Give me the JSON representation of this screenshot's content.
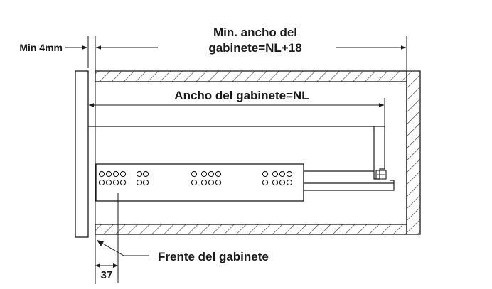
{
  "labels": {
    "min_gap": "Min 4mm",
    "min_width_line1": "Min. ancho del",
    "min_width_line2": "gabinete=NL+18",
    "cabinet_width": "Ancho del gabinete=NL",
    "cabinet_front": "Frente del gabinete",
    "offset": "37"
  },
  "colors": {
    "line": "#1a1a1a",
    "hatch": "#333333",
    "background": "#ffffff"
  }
}
